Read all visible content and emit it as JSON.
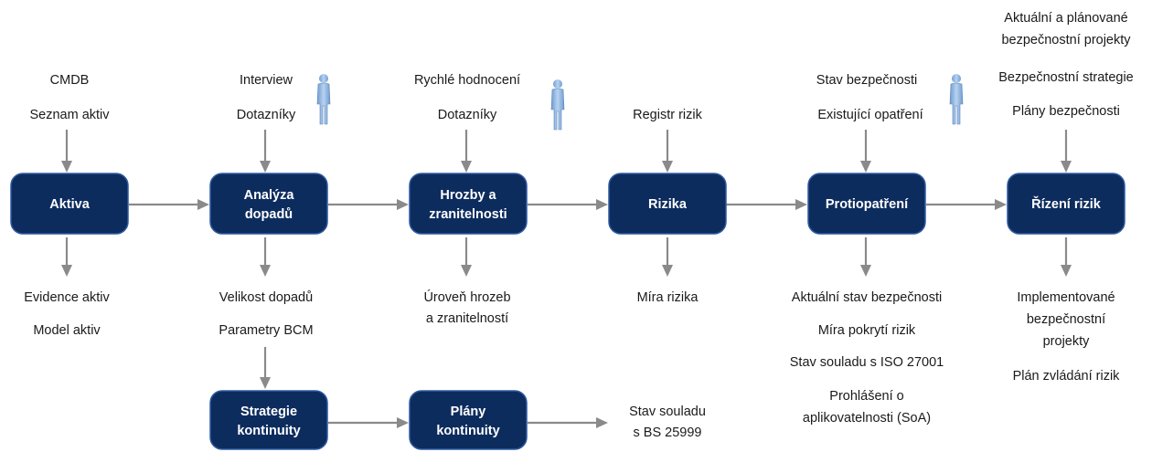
{
  "nodes": {
    "aktiva": [
      "Aktiva"
    ],
    "analyza": [
      "Analýza",
      "dopadů"
    ],
    "hrozby": [
      "Hrozby a",
      "zranitelnosti"
    ],
    "rizika": [
      "Rizika"
    ],
    "protiopatreni": [
      "Protiopatření"
    ],
    "rizeni": [
      "Řízení rizik"
    ],
    "strategie": [
      "Strategie",
      "kontinuity"
    ],
    "plany": [
      "Plány",
      "kontinuity"
    ]
  },
  "inputs": {
    "aktiva": [
      "CMDB",
      "Seznam aktiv"
    ],
    "analyza": [
      "Interview",
      "Dotazníky"
    ],
    "hrozby": [
      "Rychlé hodnocení",
      "Dotazníky"
    ],
    "rizika": [
      "Registr rizik"
    ],
    "protiopatreni": [
      "Stav bezpečnosti",
      "Existující opatření"
    ],
    "rizeni": [
      "Aktuální a plánované",
      "bezpečnostní projekty",
      "Bezpečnostní strategie",
      "Plány bezpečnosti"
    ]
  },
  "outputs": {
    "aktiva": [
      "Evidence aktiv",
      "Model aktiv"
    ],
    "analyza": [
      "Velikost dopadů",
      "Parametry BCM"
    ],
    "hrozby": [
      "Úroveň hrozeb",
      "a zranitelností"
    ],
    "rizika": [
      "Míra rizika"
    ],
    "protiopatreni": [
      "Aktuální stav bezpečnosti",
      "Míra pokrytí rizik",
      "Stav souladu s ISO 27001",
      "Prohlášení o",
      "aplikovatelnosti (SoA)"
    ],
    "rizeni": [
      "Implementované",
      "bezpečnostní",
      "projekty",
      "Plán zvládání rizik"
    ],
    "plany": [
      "Stav souladu",
      "s BS 25999"
    ]
  },
  "colors": {
    "box": "#0d2c5e",
    "arrow": "#8a8a8a",
    "person": "#8fb4de"
  },
  "icons": [
    "person-icon",
    "person-icon",
    "person-icon"
  ]
}
